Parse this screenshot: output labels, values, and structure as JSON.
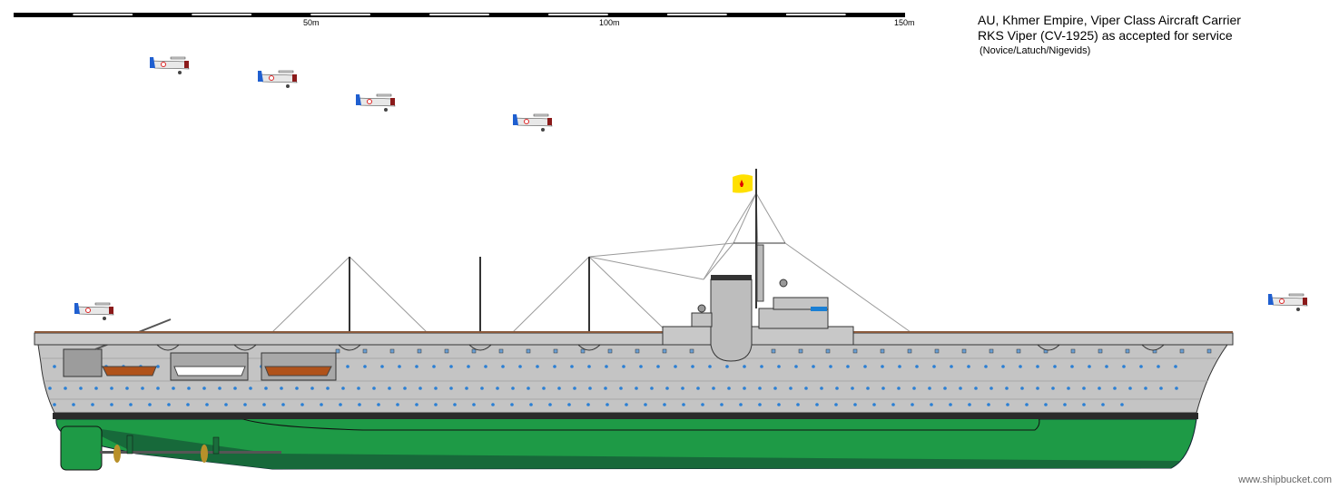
{
  "title": {
    "line1": "AU, Khmer Empire, Viper Class Aircraft Carrier",
    "line2": "RKS Viper (CV-1925) as accepted for service",
    "credits": "(Novice/Latuch/Nigevids)"
  },
  "scale_bar": {
    "labels": [
      "50m",
      "100m",
      "150m"
    ],
    "total_m": 150,
    "segment_m": 10
  },
  "watermark": "www.shipbucket.com",
  "colors": {
    "hull_gray": "#c4c4c4",
    "hull_green": "#1e9a46",
    "dark_green": "#17693a",
    "boot_top": "#2a2a2a",
    "deck_wood": "#8b5a3c",
    "porthole": "#2a7fd4",
    "flag": "#ffe000",
    "flag_emblem": "#e00000"
  }
}
